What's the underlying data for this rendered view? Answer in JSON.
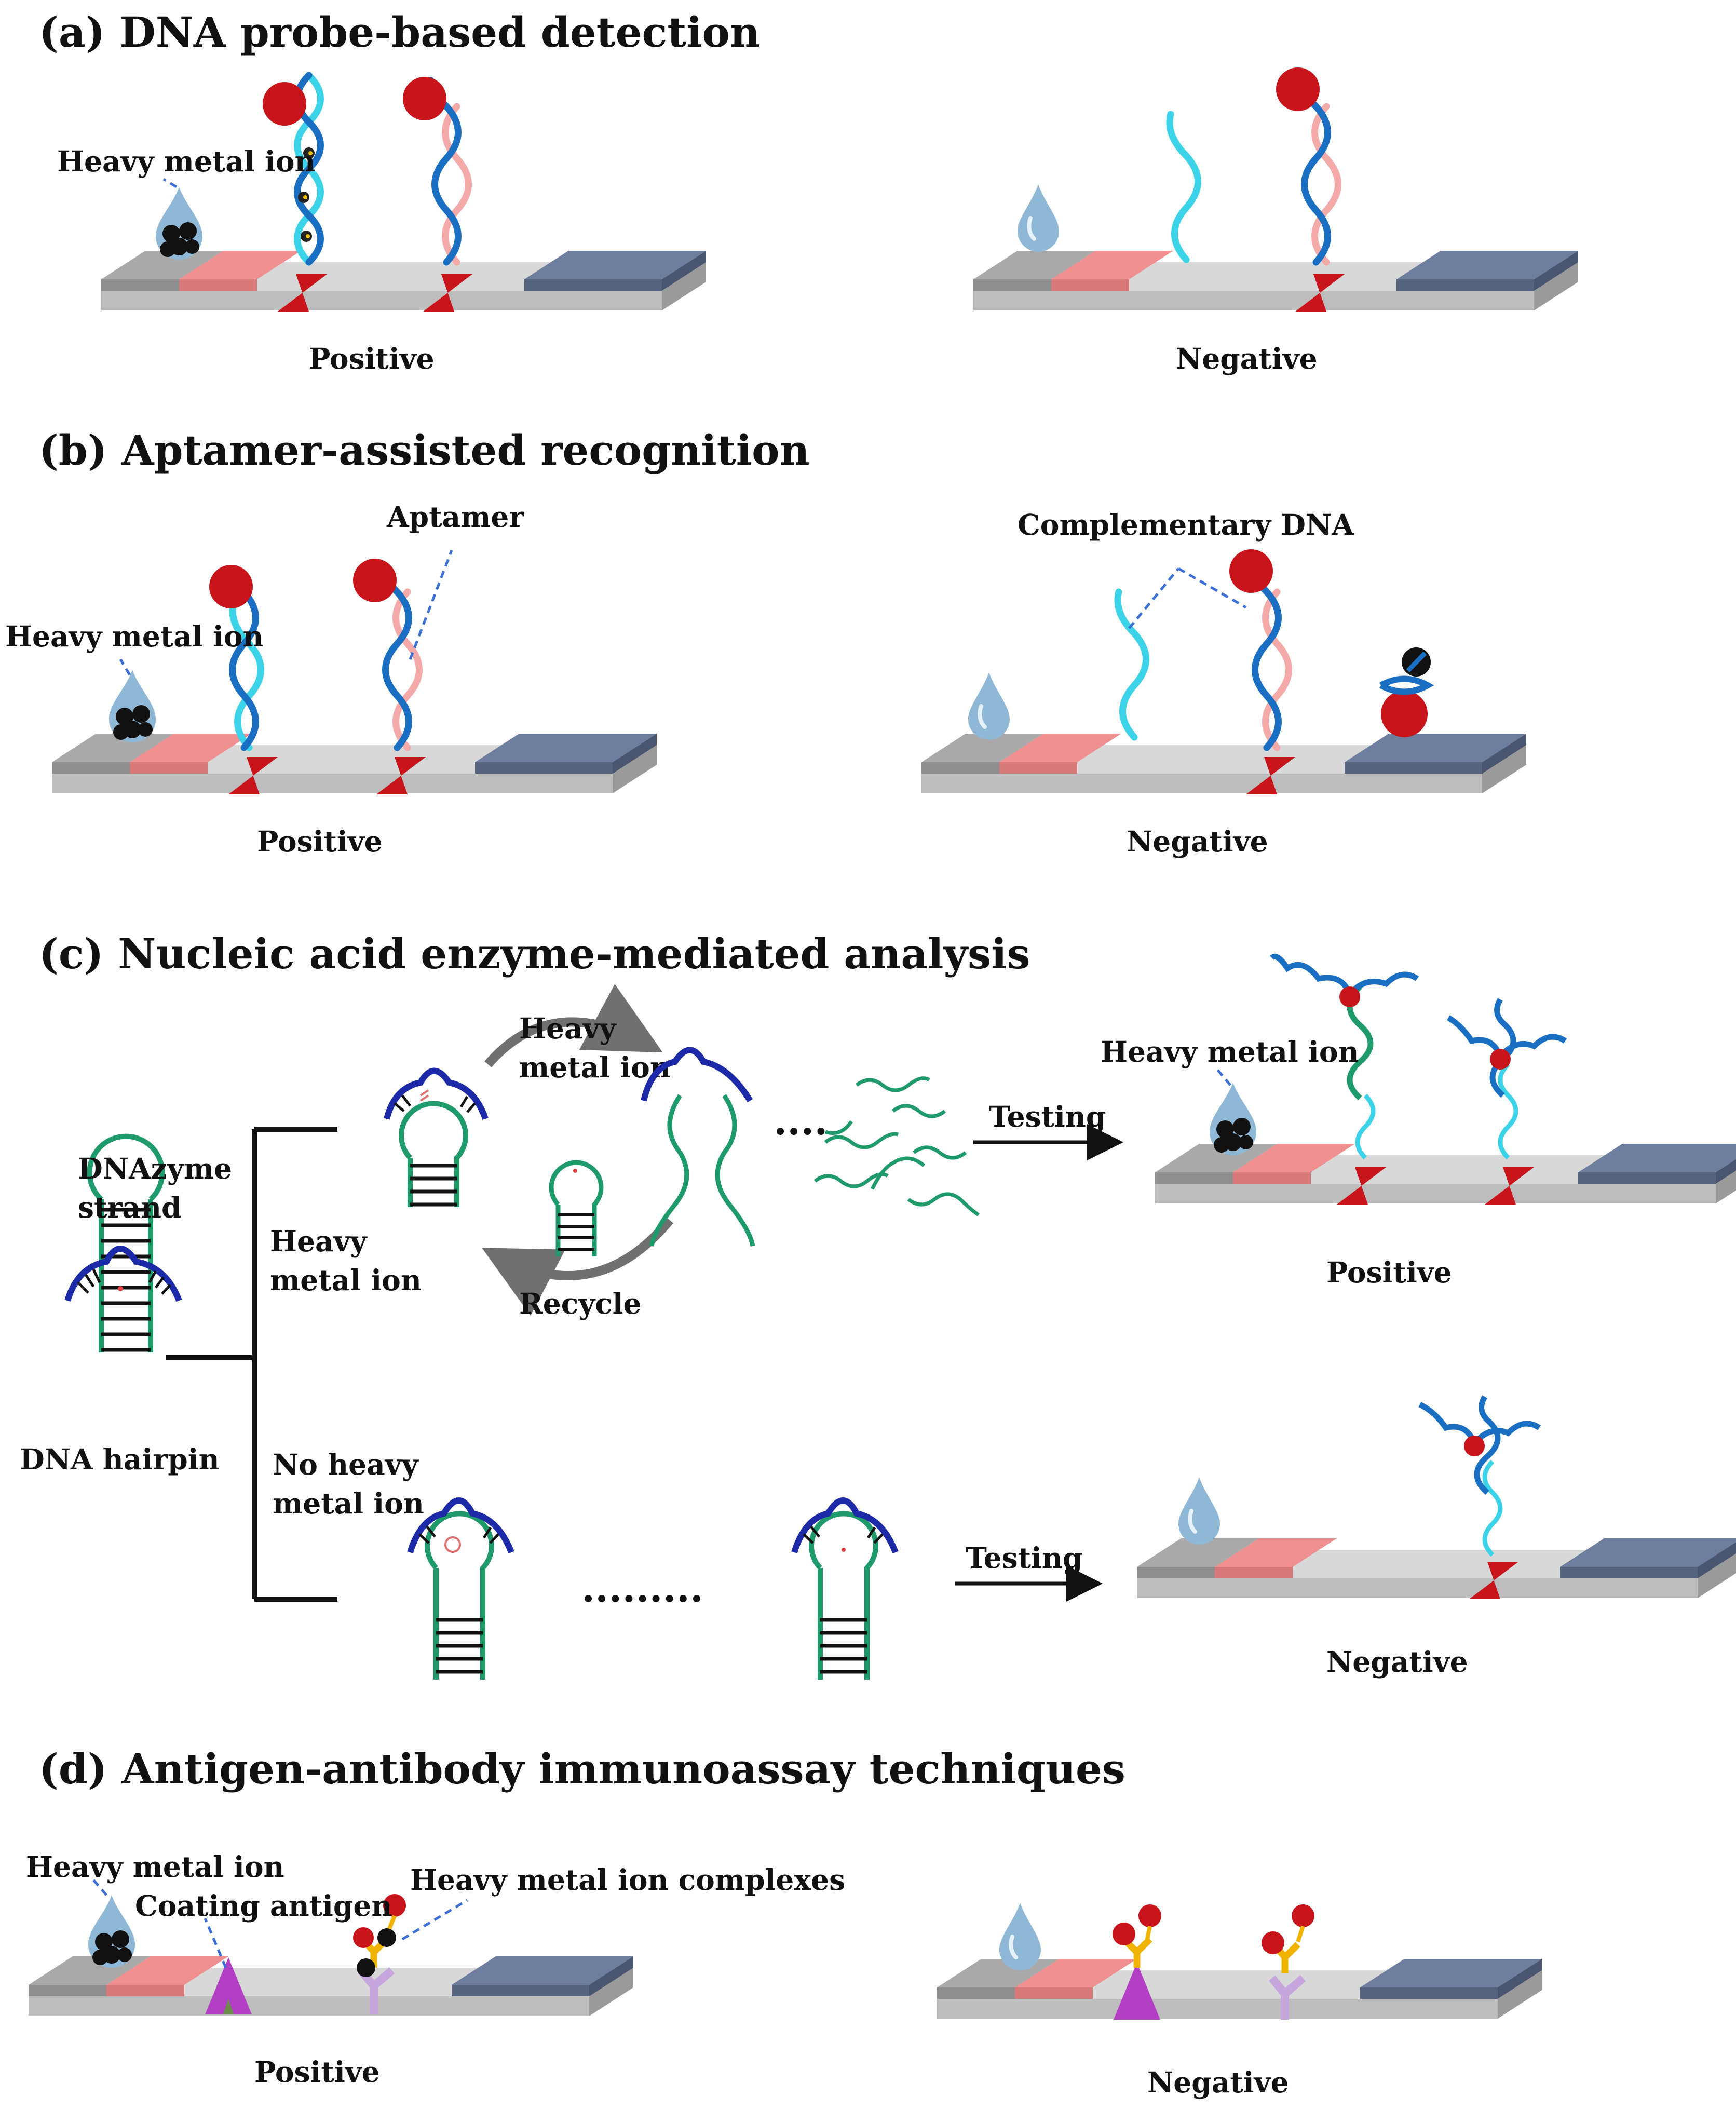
{
  "colors": {
    "strip_top": "#d8d8d8",
    "strip_front": "#bdbdbd",
    "sample_pad": "#a9a9a9",
    "conjugate_pad": "#ef8f8f",
    "absorbent_pad": "#6d7e9e",
    "test_line": "#c8141b",
    "gold_nanoparticle": "#c8141b",
    "dna_dark_blue": "#1a6fc2",
    "dna_cyan": "#3cd3e8",
    "dna_pink": "#f4aaa8",
    "dnazyme_navy": "#1c2aa8",
    "hairpin_green": "#1e9a6b",
    "antigen_purple": "#b23fc4",
    "antibody_yellow": "#f0b400",
    "antibody_lilac": "#c7a6de",
    "droplet": "#8fb7d6"
  },
  "sections": {
    "a": {
      "title": "(a) DNA probe-based detection",
      "positive": {
        "label": "Positive",
        "ion_label": "Heavy metal ion"
      },
      "negative": {
        "label": "Negative"
      }
    },
    "b": {
      "title": "(b) Aptamer-assisted recognition",
      "positive": {
        "label": "Positive",
        "ion_label": "Heavy metal ion",
        "aptamer_label": "Aptamer"
      },
      "negative": {
        "label": "Negative",
        "cdna_label": "Complementary DNA"
      }
    },
    "c": {
      "title": "(c) Nucleic acid enzyme-mediated  analysis",
      "dnazyme_label": [
        "DNAzyme",
        "strand"
      ],
      "hairpin_label": "DNA hairpin",
      "branch_with_ion": [
        "Heavy",
        "metal ion"
      ],
      "branch_without_ion": [
        "No heavy",
        "metal ion"
      ],
      "cycle_ion": [
        "Heavy",
        "metal ion"
      ],
      "recycle_label": "Recycle",
      "ellipsis_short": "....",
      "ellipsis_long": ".........",
      "testing_label": "Testing",
      "positive": {
        "label": "Positive",
        "ion_label": "Heavy metal ion"
      },
      "negative": {
        "label": "Negative"
      }
    },
    "d": {
      "title": "(d) Antigen-antibody  immunoassay techniques",
      "positive": {
        "label": "Positive",
        "ion_label": "Heavy metal ion",
        "coating_label": "Coating antigen",
        "complex_label": "Heavy metal ion complexes"
      },
      "negative": {
        "label": "Negative"
      }
    }
  }
}
